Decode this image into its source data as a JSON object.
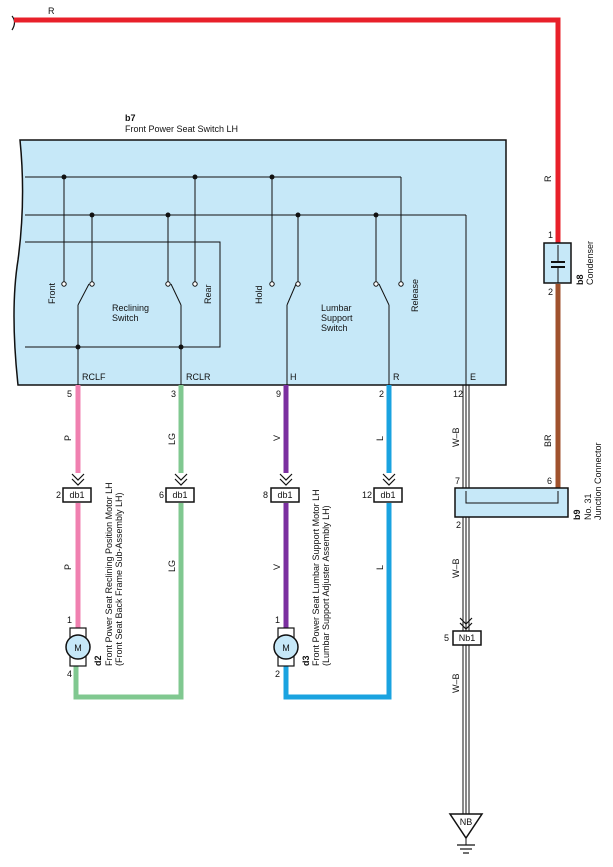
{
  "switch_box": {
    "code": "b7",
    "title": "Front Power Seat Switch LH",
    "reclining_label": [
      "Reclining",
      "Switch"
    ],
    "lumbar_label": [
      "Lumbar",
      "Support",
      "Switch"
    ],
    "contacts": {
      "front": "Front",
      "rear": "Rear",
      "hold": "Hold",
      "release": "Release"
    },
    "terminals": {
      "rclf": "RCLF",
      "rclr": "RCLR",
      "h": "H",
      "r": "R",
      "e": "E"
    },
    "pins": {
      "rclf": "5",
      "rclr": "3",
      "h": "9",
      "r": "2",
      "e": "12"
    }
  },
  "wires": {
    "top": "R",
    "riser": "R",
    "rclf_a": "P",
    "rclf_b": "P",
    "rclr_a": "LG",
    "rclr_b": "LG",
    "h_a": "V",
    "h_b": "V",
    "r_a": "L",
    "r_b": "L",
    "e_a": "W–B",
    "e_b": "W–B",
    "e_c": "W–B",
    "cond": "BR"
  },
  "connectors": {
    "c1": {
      "name": "db1",
      "pin": "2"
    },
    "c2": {
      "name": "db1",
      "pin": "6"
    },
    "c3": {
      "name": "db1",
      "pin": "8"
    },
    "c4": {
      "name": "db1",
      "pin": "12"
    },
    "nb1": {
      "name": "Nb1",
      "pin": "5"
    }
  },
  "condenser": {
    "code": "b8",
    "name": "Condenser",
    "pin_top": "1",
    "pin_bottom": "2"
  },
  "junction": {
    "code": "b9",
    "line1": "No. 31",
    "line2": "Junction Connector",
    "pin_left": "7",
    "pin_right": "6",
    "pin_bottom": "2"
  },
  "motor_d2": {
    "code": "d2",
    "symbol": "M",
    "line1": "Front Power Seat Reclining Position Motor LH",
    "line2": "(Front Seat Back Frame Sub-Assembly LH)",
    "pin_top": "1",
    "pin_bottom": "4"
  },
  "motor_d3": {
    "code": "d3",
    "symbol": "M",
    "line1": "Front Power Seat Lumbar Support Motor LH",
    "line2": "(Lumbar Support Adjuster Assembly LH)",
    "pin_top": "1",
    "pin_bottom": "2"
  },
  "ground": {
    "label": "NB"
  },
  "colors": {
    "red": "#e8202a",
    "brown": "#a0522d",
    "pink": "#f080b0",
    "green": "#80c890",
    "purple": "#7b2fa0",
    "blue": "#1aa3e0",
    "box": "#c6e8f8"
  }
}
